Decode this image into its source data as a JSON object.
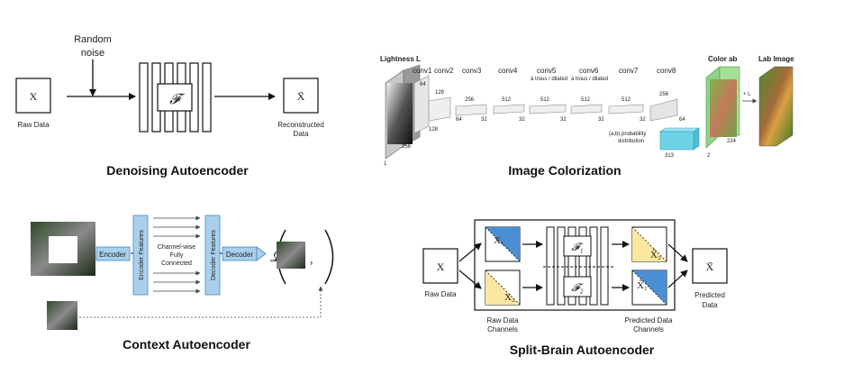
{
  "colors": {
    "blue_accent": "#a8d0ec",
    "blue_stroke": "#4a87b8",
    "blue_fill": "#4a8fd4",
    "yellow_fill": "#fae7a0",
    "cyan_block": "#6fd3e8",
    "green_block": "#8fd38a",
    "gray_block": "#d8d8d8"
  },
  "denoising": {
    "noise_label_1": "Random",
    "noise_label_2": "noise",
    "input_symbol": "X",
    "input_label": "Raw Data",
    "function_symbol": "𝓕",
    "output_symbol": "X̄",
    "output_label_1": "Reconstructed",
    "output_label_2": "Data",
    "caption": "Denoising Autoencoder"
  },
  "colorization": {
    "input_label": "Lightness L",
    "layers": [
      {
        "name": "conv1",
        "depth": "64"
      },
      {
        "name": "conv2",
        "depth": "128"
      },
      {
        "name": "conv3",
        "depth": "256"
      },
      {
        "name": "conv4",
        "depth": "512"
      },
      {
        "name": "conv5",
        "depth": "512",
        "note": "à trous / dilated"
      },
      {
        "name": "conv6",
        "depth": "512",
        "note": "à trous / dilated"
      },
      {
        "name": "conv7",
        "depth": "512"
      },
      {
        "name": "conv8",
        "depth": "256"
      }
    ],
    "spatial_sizes": [
      "256",
      "128",
      "64",
      "32",
      "32",
      "32",
      "32",
      "64"
    ],
    "input_size_bottom": "1",
    "distribution_label_1": "(a,b) probability",
    "distribution_label_2": "distribution",
    "distribution_w": "313",
    "distribution_d": "64",
    "ab_label": "Color ab",
    "ab_size": "224",
    "ab_depth": "2",
    "plus_l": "+ L",
    "lab_label": "Lab Image",
    "caption": "Image Colorization"
  },
  "context": {
    "encoder_label": "Encoder",
    "encoder_features": "Encoder Features",
    "channel_label_1": "Channel-wise",
    "channel_label_2": "Fully",
    "channel_label_3": "Connected",
    "decoder_features": "Decoder Features",
    "decoder_label": "Decoder",
    "loss_symbol": "𝓛",
    "caption": "Context Autoencoder"
  },
  "splitbrain": {
    "input_symbol": "X",
    "input_label": "Raw Data",
    "x1": "X₁",
    "x2": "X₂",
    "raw_channels_1": "Raw Data",
    "raw_channels_2": "Channels",
    "f1": "𝓕₁",
    "f2": "𝓕₂",
    "xhat2": "X̂₂",
    "xhat1": "X̂₁",
    "pred_channels_1": "Predicted Data",
    "pred_channels_2": "Channels",
    "output_symbol": "X̄",
    "output_label_1": "Predicted",
    "output_label_2": "Data",
    "caption": "Split-Brain Autoencoder"
  }
}
